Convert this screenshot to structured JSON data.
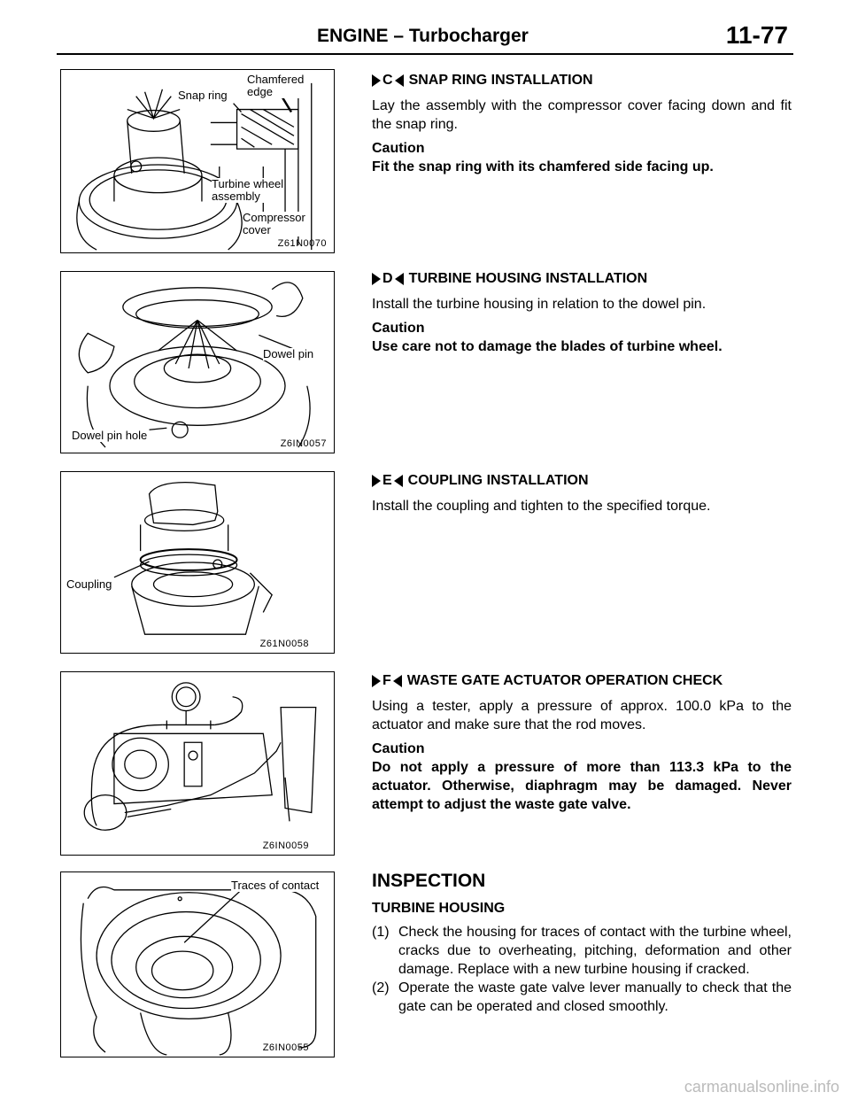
{
  "header": {
    "title": "ENGINE – Turbocharger",
    "page_number": "11-77"
  },
  "figures": [
    {
      "labels": [
        "Snap ring",
        "Chamfered\nedge",
        "Turbine wheel\nassembly",
        "Compressor\ncover"
      ],
      "code": "Z61N0070"
    },
    {
      "labels": [
        "Dowel pin",
        "Dowel pin hole"
      ],
      "code": "Z6IN0057"
    },
    {
      "labels": [
        "Coupling"
      ],
      "code": "Z61N0058"
    },
    {
      "labels": [],
      "code": "Z6IN0059"
    },
    {
      "labels": [
        "Traces of contact"
      ],
      "code": "Z6IN0055"
    }
  ],
  "sections": [
    {
      "letter": "C",
      "title": "SNAP RING INSTALLATION",
      "body": "Lay the assembly with the compressor cover facing down and fit the snap ring.",
      "caution_label": "Caution",
      "caution": "Fit the snap ring with its chamfered side facing up."
    },
    {
      "letter": "D",
      "title": "TURBINE HOUSING INSTALLATION",
      "body": "Install the turbine housing in relation to the dowel pin.",
      "caution_label": "Caution",
      "caution": "Use care not to damage the blades of turbine wheel."
    },
    {
      "letter": "E",
      "title": "COUPLING INSTALLATION",
      "body": "Install the coupling and tighten to the specified torque."
    },
    {
      "letter": "F",
      "title": "WASTE GATE ACTUATOR OPERATION CHECK",
      "body": "Using a tester, apply a pressure of approx. 100.0 kPa to the actuator and make sure that the rod moves.",
      "caution_label": "Caution",
      "caution": "Do not apply a pressure of more than 113.3 kPa to the actuator. Otherwise, diaphragm may be damaged. Never attempt to adjust the waste gate valve."
    }
  ],
  "inspection": {
    "title": "INSPECTION",
    "subtitle": "TURBINE HOUSING",
    "items": [
      {
        "num": "(1)",
        "text": "Check the housing for traces of contact with the turbine wheel, cracks due to overheating, pitching, deformation and other damage. Replace with a new turbine housing if cracked."
      },
      {
        "num": "(2)",
        "text": "Operate the waste gate valve lever manually to check that the gate can be operated and closed smoothly."
      }
    ]
  },
  "watermark": "carmanualsonline.info"
}
